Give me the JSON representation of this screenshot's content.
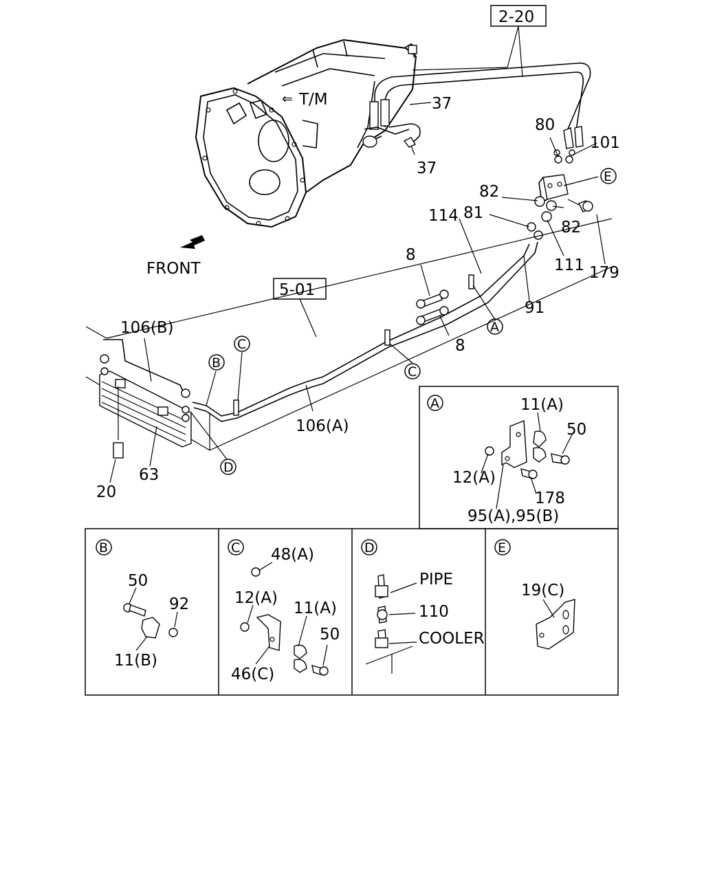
{
  "refs": {
    "ref_2_20": "2-20",
    "ref_5_01": "5-01"
  },
  "main": {
    "tm_label": "T/M",
    "front_label": "FRONT",
    "callouts": {
      "c37_upper": "37",
      "c37_lower": "37",
      "c80": "80",
      "c101": "101",
      "c82_left": "82",
      "c82_right": "82",
      "c114": "114",
      "c81": "81",
      "c179": "179",
      "c111": "111",
      "c8_upper": "8",
      "c8_lower": "8",
      "c91": "91",
      "c106b": "106(B)",
      "c106a": "106(A)",
      "c63": "63",
      "c20": "20"
    },
    "markers": {
      "A": "A",
      "B": "B",
      "C": "C",
      "D": "D",
      "E": "E"
    }
  },
  "detail_a": {
    "letter": "A",
    "c11a": "11(A)",
    "c50": "50",
    "c12a": "12(A)",
    "c178": "178",
    "c95": "95(A),95(B)"
  },
  "detail_b": {
    "letter": "B",
    "c50": "50",
    "c92": "92",
    "c11b": "11(B)"
  },
  "detail_c": {
    "letter": "C",
    "c48a": "48(A)",
    "c12a": "12(A)",
    "c11a": "11(A)",
    "c50": "50",
    "c46c": "46(C)"
  },
  "detail_d": {
    "letter": "D",
    "pipe": "PIPE",
    "c110": "110",
    "cooler": "COOLER"
  },
  "detail_e": {
    "letter": "E",
    "c19c": "19(C)"
  }
}
